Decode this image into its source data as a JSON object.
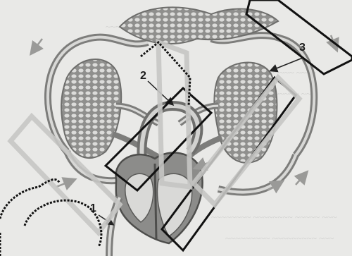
{
  "diagram": {
    "labels": [
      {
        "id": "label-1",
        "text": "1"
      },
      {
        "id": "label-2",
        "text": "2"
      },
      {
        "id": "label-3",
        "text": "3"
      }
    ]
  },
  "colors": {
    "background": "#e9e9e7",
    "vessel": "#8a8a88",
    "vessel_dark": "#5e5e5c",
    "capillary": "#b9b9b7",
    "arrow": "#9a9a98",
    "frame": "#111111"
  }
}
